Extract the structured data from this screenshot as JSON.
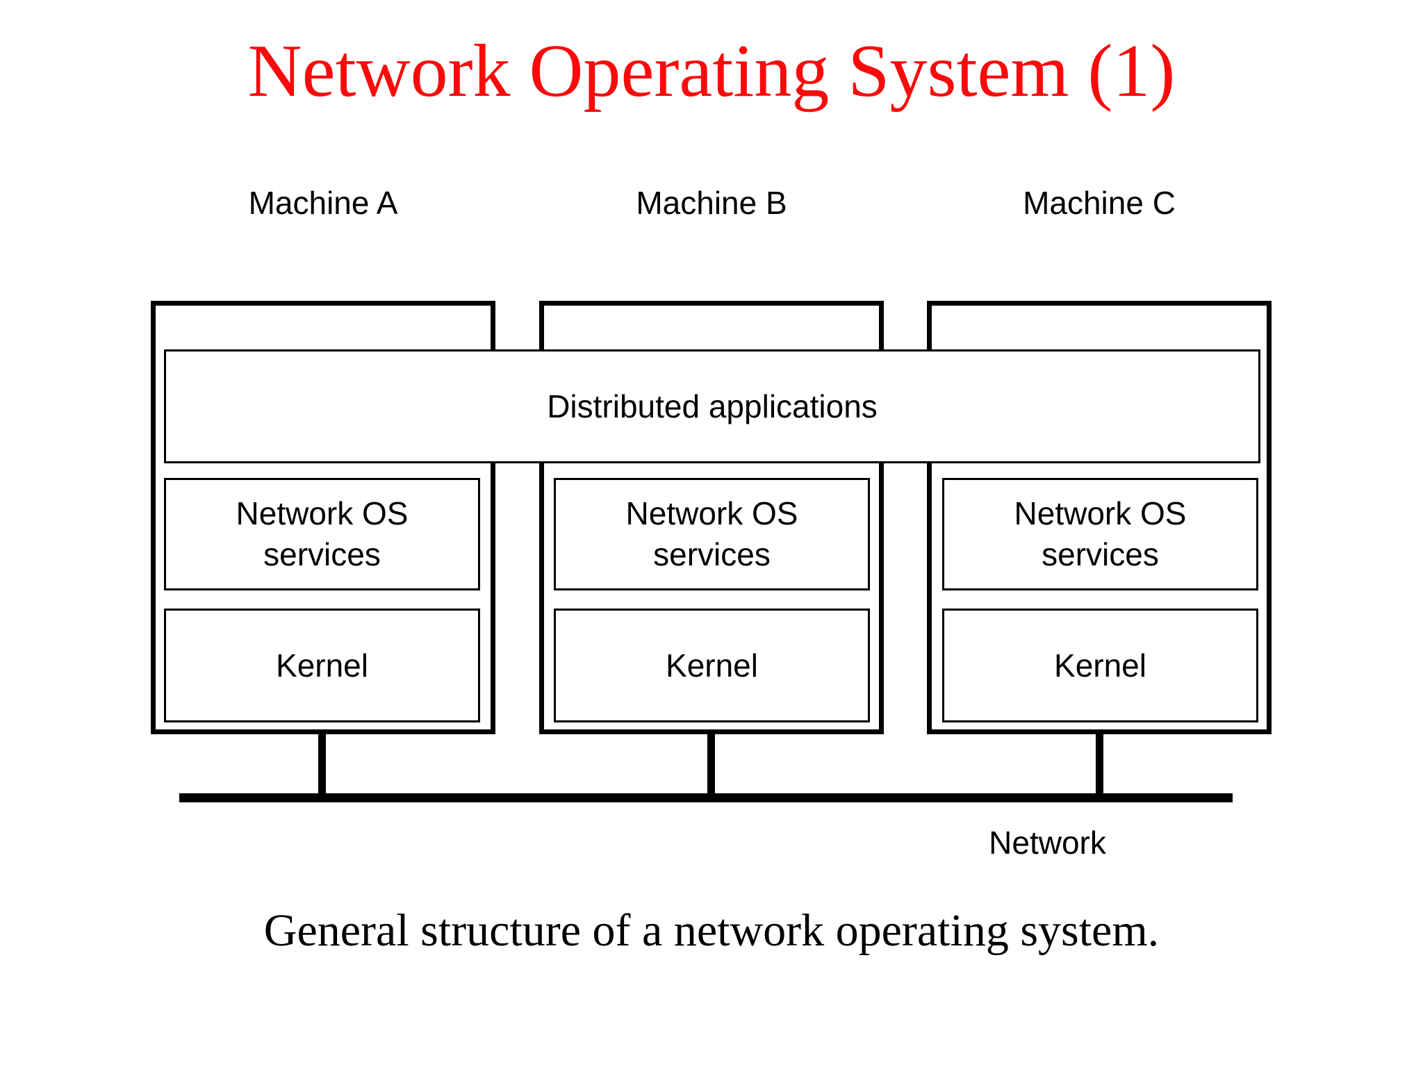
{
  "slide": {
    "title": "Network Operating System (1)",
    "caption": "General structure of a network operating system."
  },
  "diagram": {
    "machines": [
      {
        "name": "Machine A"
      },
      {
        "name": "Machine B"
      },
      {
        "name": "Machine C"
      }
    ],
    "distributed_applications_label": "Distributed applications",
    "network_os_line1": "Network OS",
    "network_os_line2": "services",
    "kernel_label": "Kernel",
    "network_label": "Network"
  },
  "colors": {
    "title_red": "#fa0a0a",
    "diagram_black": "#000000",
    "background": "#ffffff"
  }
}
